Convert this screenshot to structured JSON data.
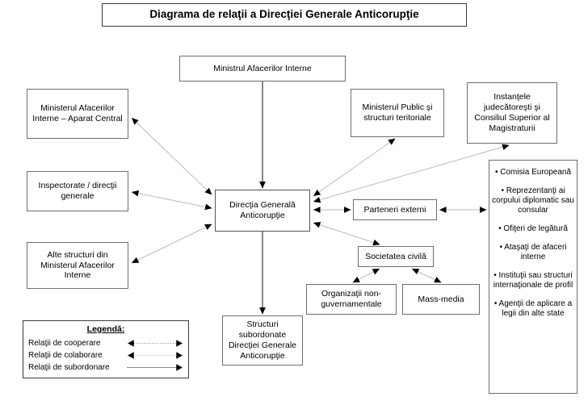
{
  "title": "Diagrama de relaţii a Direcţiei Generale Anticorupţie",
  "nodes": {
    "ministru": "Ministrul Afacerilor Interne",
    "aparat": "Ministerul Afacerilor Interne – Aparat Central",
    "inspectorate": "Inspectorate / direcţii generale",
    "alte_structuri": "Alte structuri din Ministerul Afacerilor Interne",
    "dga": "Direcţia Generală Anticorupţie",
    "minister_public": "Ministerul Public şi structuri teritoriale",
    "instante": "Instanţele judecătoreşti şi Consiliul Superior al Magistraturii",
    "parteneri": "Parteneri externi",
    "societate": "Societatea civilă",
    "ong": "Organizaţii non-guvernamentale",
    "mass_media": "Mass-media",
    "structuri_subordonate": "Structuri subordonate Direcţiei Generale Anticorupţie"
  },
  "external_partners": {
    "bullets": [
      "• Comisia Europeană",
      "• Reprezentanţi ai corpului diplomatic sau consular",
      "• Ofiţeri de legătură",
      "• Ataşaţi de afaceri interne",
      "• Instituţii sau structuri internaţionale de profil",
      "• Agenţii de aplicare a legii din alte state"
    ]
  },
  "legend": {
    "title": "Legendă:",
    "rows": [
      {
        "label": "Relaţii de cooperare",
        "style": "dotted-double"
      },
      {
        "label": "Relaţii de colaborare",
        "style": "thin-double"
      },
      {
        "label": "Relaţii de subordonare",
        "style": "solid-single"
      }
    ]
  },
  "colors": {
    "line": "#000000",
    "faint_line": "#b9b9b9",
    "box_border": "#6e6e6e",
    "background": "#ffffff"
  }
}
